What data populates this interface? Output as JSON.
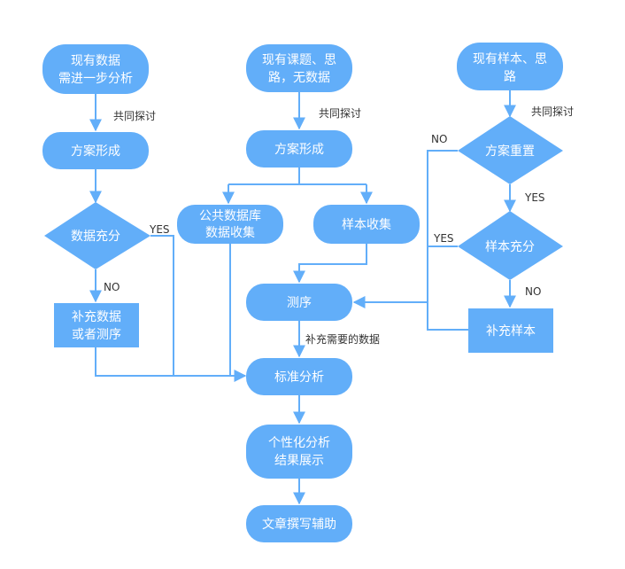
{
  "colors": {
    "node_fill": "#62aef9",
    "edge": "#62aef9",
    "node_text": "#ffffff",
    "label_text": "#333333"
  },
  "nodes": {
    "left_start": {
      "lines": [
        "现有数据",
        "需进一步分析"
      ]
    },
    "left_plan": {
      "lines": [
        "方案形成"
      ]
    },
    "left_decide": {
      "lines": [
        "数据充分"
      ]
    },
    "left_supp": {
      "lines": [
        "补充数据",
        "或者测序"
      ]
    },
    "mid_start": {
      "lines": [
        "现有课题、思",
        "路，无数据"
      ]
    },
    "mid_plan": {
      "lines": [
        "方案形成"
      ]
    },
    "mid_public": {
      "lines": [
        "公共数据库",
        "数据收集"
      ]
    },
    "mid_sample": {
      "lines": [
        "样本收集"
      ]
    },
    "mid_seq": {
      "lines": [
        "测序"
      ]
    },
    "mid_std": {
      "lines": [
        "标准分析"
      ]
    },
    "mid_custom": {
      "lines": [
        "个性化分析",
        "结果展示"
      ]
    },
    "mid_writing": {
      "lines": [
        "文章撰写辅助"
      ]
    },
    "right_start": {
      "lines": [
        "现有样本、思",
        "路"
      ]
    },
    "right_reset": {
      "lines": [
        "方案重置"
      ]
    },
    "right_decide": {
      "lines": [
        "样本充分"
      ]
    },
    "right_supp": {
      "lines": [
        "补充样本"
      ]
    }
  },
  "edge_labels": {
    "left_discuss": "共同探讨",
    "left_yes": "YES",
    "left_no": "NO",
    "mid_discuss": "共同探讨",
    "mid_supplement": "补充需要的数据",
    "right_discuss": "共同探讨",
    "right_no_top": "NO",
    "right_yes": "YES",
    "right_yes_mid": "YES",
    "right_no": "NO"
  }
}
